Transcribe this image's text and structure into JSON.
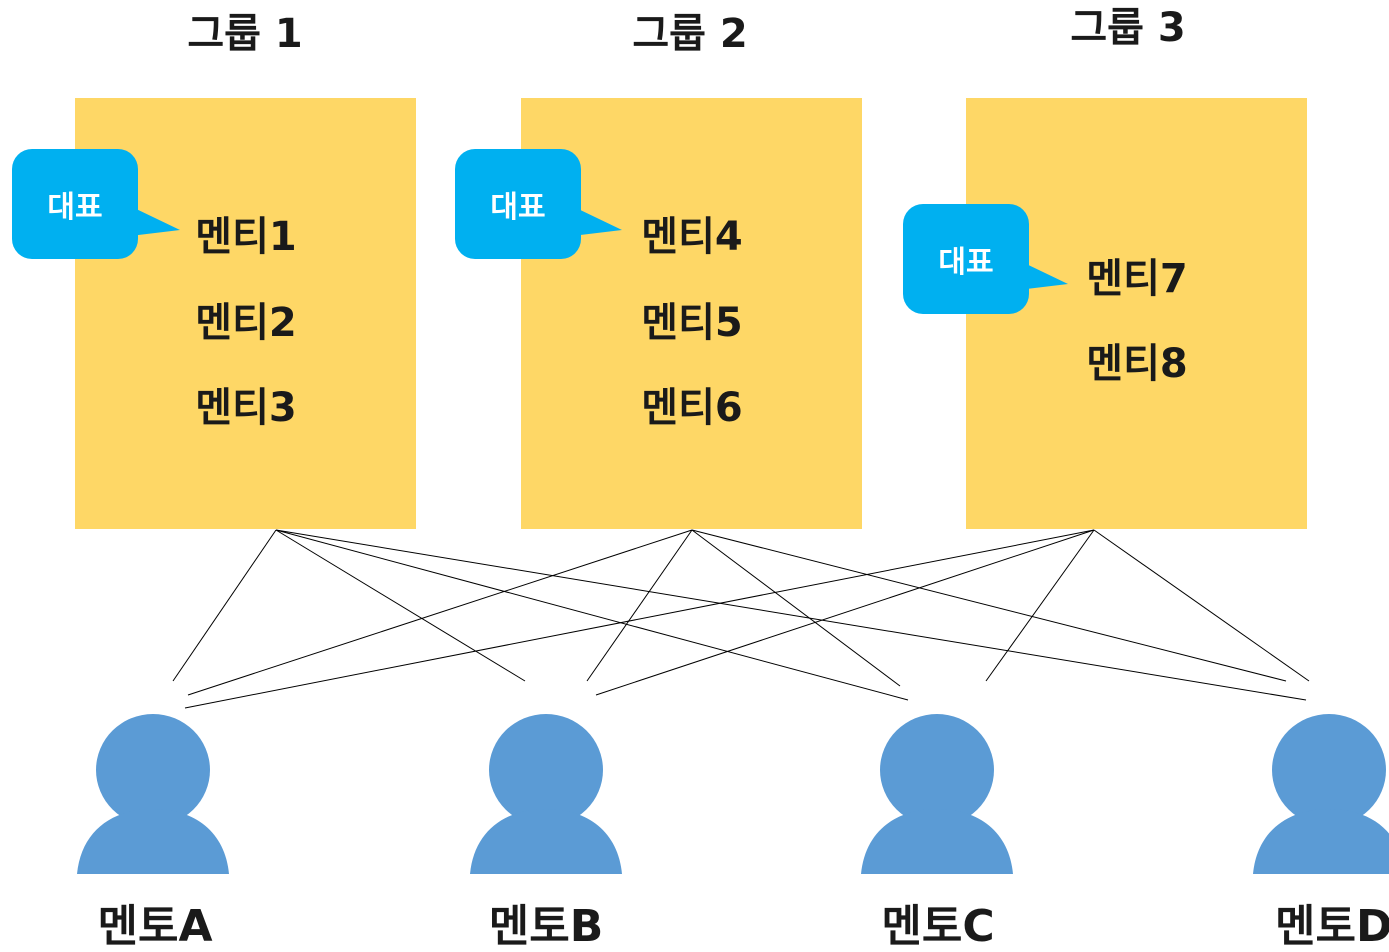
{
  "groups": [
    {
      "title": "그룹 1",
      "mentees": [
        "멘티1",
        "멘티2",
        "멘티3"
      ],
      "representative_label": "대표"
    },
    {
      "title": "그룹 2",
      "mentees": [
        "멘티4",
        "멘티5",
        "멘티6"
      ],
      "representative_label": "대표"
    },
    {
      "title": "그룹 3",
      "mentees": [
        "멘티7",
        "멘티8"
      ],
      "representative_label": "대표"
    }
  ],
  "mentors": [
    {
      "label": "멘토A"
    },
    {
      "label": "멘토B"
    },
    {
      "label": "멘토C"
    },
    {
      "label": "멘토D"
    }
  ],
  "colors": {
    "group_box": "#fed766",
    "callout": "#00b0f0",
    "mentor_icon": "#5b9bd5",
    "connection_line": "#000000"
  }
}
